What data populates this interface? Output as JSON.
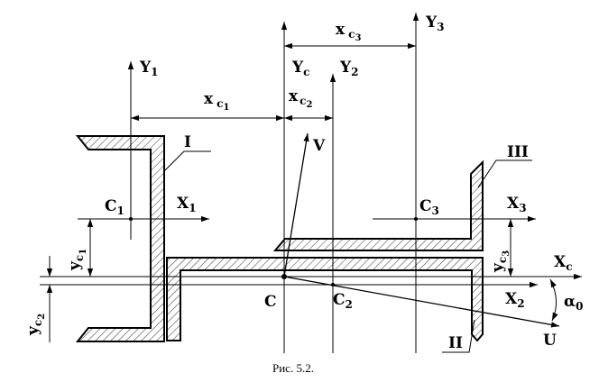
{
  "caption": "Рис. 5.2.",
  "labels": {
    "y1": {
      "main": "Y",
      "sub": "1"
    },
    "yc": {
      "main": "Y",
      "sub": "c"
    },
    "y2": {
      "main": "Y",
      "sub": "2"
    },
    "y3": {
      "main": "Y",
      "sub": "3"
    },
    "x1": {
      "main": "X",
      "sub": "1"
    },
    "x2": {
      "main": "X",
      "sub": "2"
    },
    "x3": {
      "main": "X",
      "sub": "3"
    },
    "xc": {
      "main": "X",
      "sub": "c"
    },
    "c": {
      "main": "C"
    },
    "c1": {
      "main": "C",
      "sub": "1"
    },
    "c2": {
      "main": "C",
      "sub": "2"
    },
    "c3": {
      "main": "C",
      "sub": "3"
    },
    "v": {
      "main": "V"
    },
    "u": {
      "main": "U"
    },
    "alpha": {
      "main": "α",
      "sub": "0"
    },
    "xc1": {
      "main": "x",
      "sub": "c",
      "sub2": "1"
    },
    "xc2": {
      "main": "x",
      "sub": "c",
      "sub2": "2"
    },
    "xc3": {
      "main": "x",
      "sub": "c",
      "sub2": "3"
    },
    "yc1": {
      "main": "y",
      "sub": "c",
      "sub2": "1"
    },
    "yc2": {
      "main": "y",
      "sub": "c",
      "sub2": "2"
    },
    "yc3": {
      "main": "y",
      "sub": "c",
      "sub2": "3"
    },
    "part1": "I",
    "part2": "II",
    "part3": "III"
  }
}
